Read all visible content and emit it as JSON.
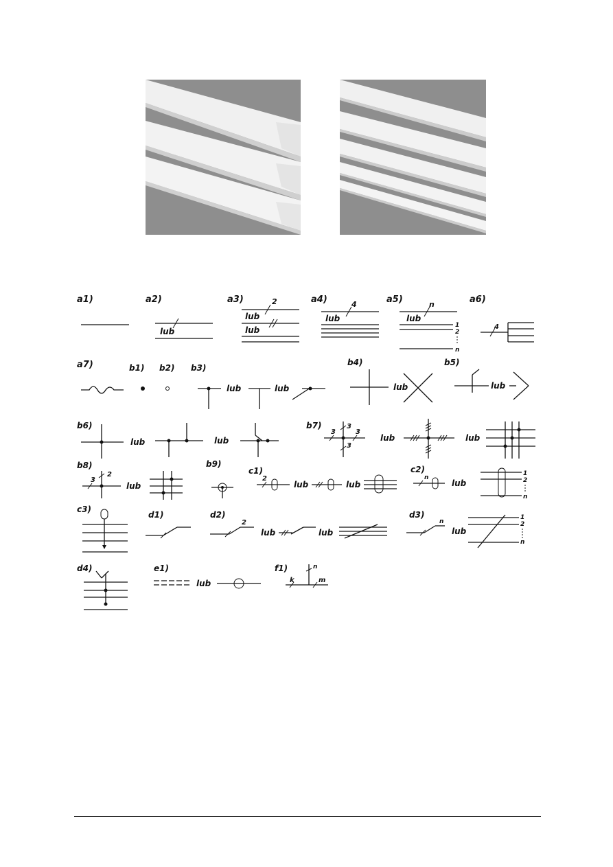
{
  "photos": [
    {
      "name": "cable-trunking-photo-wide",
      "ducts": 3
    },
    {
      "name": "cable-trunking-photo-narrow",
      "ducts": 5
    }
  ],
  "colors": {
    "photo_bg": "#8e8e8e",
    "duct": "#f2f2f2",
    "duct_shadow": "#cfcfcf",
    "ink": "#111111"
  },
  "word_or": "lub",
  "labels": {
    "a1": "a1)",
    "a2": "a2)",
    "a3": "a3)",
    "a4": "a4)",
    "a5": "a5)",
    "a6": "a6)",
    "a7": "a7)",
    "b1": "b1)",
    "b2": "b2)",
    "b3": "b3)",
    "b4": "b4)",
    "b5": "b5)",
    "b6": "b6)",
    "b7": "b7)",
    "b8": "b8)",
    "b9": "b9)",
    "c1": "c1)",
    "c2": "c2)",
    "c3": "c3)",
    "d1": "d1)",
    "d2": "d2)",
    "d3": "d3)",
    "d4": "d4)",
    "e1": "e1)",
    "f1": "f1)"
  },
  "numbers": {
    "two": "2",
    "three": "3",
    "four": "4",
    "one": "1",
    "n": "n",
    "k": "k",
    "m": "m"
  }
}
